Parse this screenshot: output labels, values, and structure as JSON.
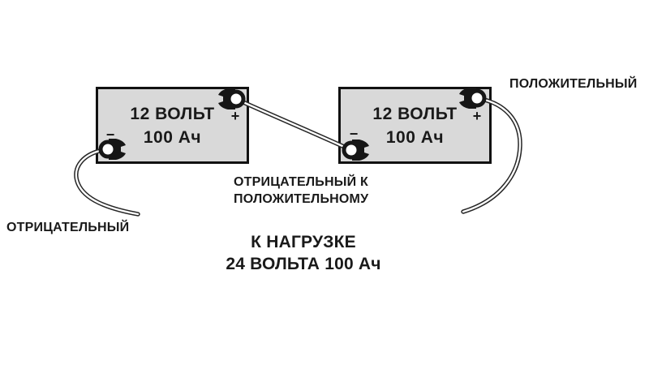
{
  "batteries": [
    {
      "voltage": "12 ВОЛЬТ",
      "capacity": "100 Ач",
      "plus_sign": "+",
      "minus_sign": "−"
    },
    {
      "voltage": "12 ВОЛЬТ",
      "capacity": "100 Ач",
      "plus_sign": "+",
      "minus_sign": "−"
    }
  ],
  "labels": {
    "positive": "ПОЛОЖИТЕЛЬНЫЙ",
    "negative": "ОТРИЦАТЕЛЬНЫЙ",
    "series_link_line1": "ОТРИЦАТЕЛЬНЫЙ К",
    "series_link_line2": "ПОЛОЖИТЕЛЬНОМУ",
    "load_line1": "К НАГРУЗКЕ",
    "load_line2": "24 ВОЛЬТА 100 Ач"
  },
  "colors": {
    "background": "#ffffff",
    "battery_fill": "#d9d9d9",
    "battery_border": "#111111",
    "wire_outline": "#262626",
    "wire_core": "#ffffff",
    "clamp": "#161616",
    "text": "#1a1a1a"
  }
}
